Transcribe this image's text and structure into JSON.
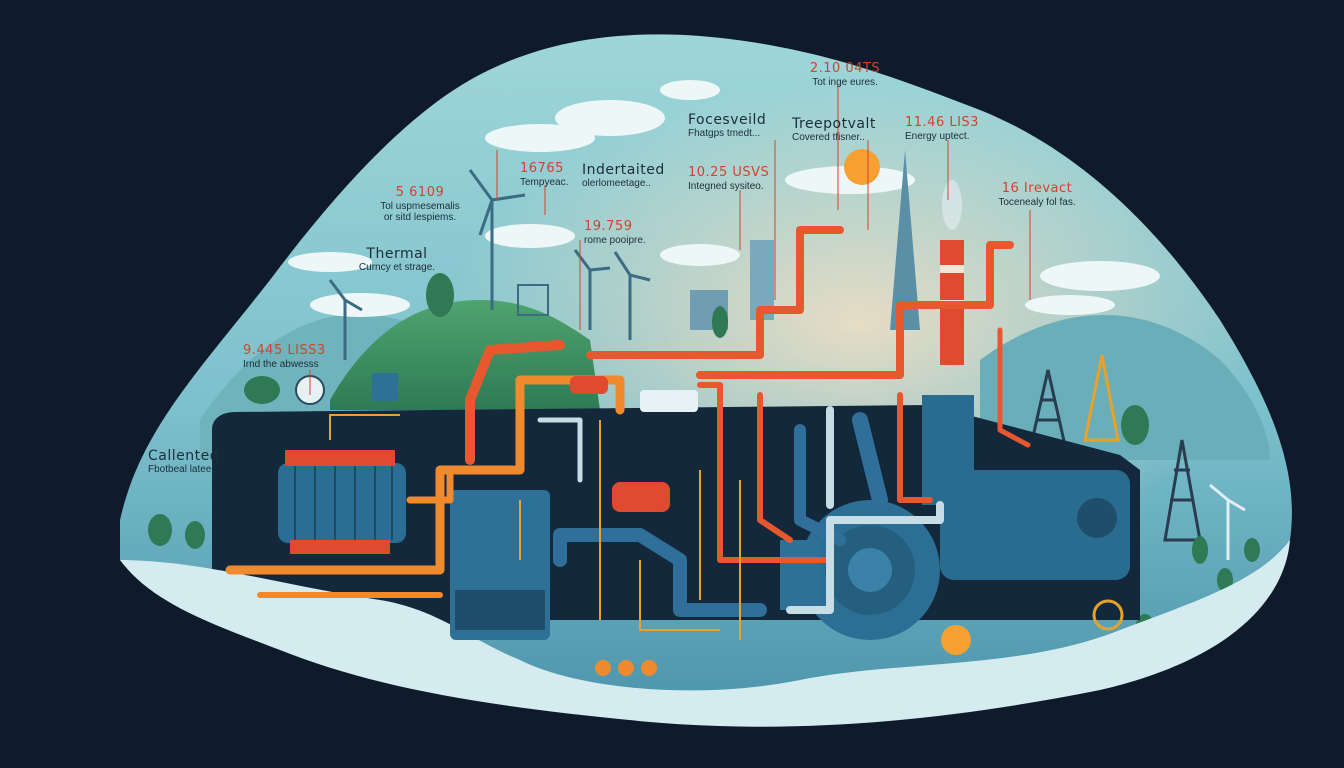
{
  "colors": {
    "background": "#0f1b2b",
    "sky": "#8fcbd3",
    "hot_pipe": "#e8582f",
    "warm_pipe": "#f08a2e",
    "cool_pipe": "#2f6f9a",
    "machinery": "#2a6c90",
    "label_value": "#d0442e",
    "label_text": "#1d2d3a"
  },
  "labels": [
    {
      "id": "l1",
      "value": "2.10 04TS",
      "caption": "Tot inge eures."
    },
    {
      "id": "l2",
      "value": "Focesveild",
      "caption": "Fhatgps tmedt..."
    },
    {
      "id": "l3",
      "value": "Treepotvalt",
      "caption": "Covered tfisner.."
    },
    {
      "id": "l4",
      "value": "11.46 LIS3",
      "caption": "Energy uptect."
    },
    {
      "id": "l5",
      "value": "16765",
      "caption": "Tempyeac."
    },
    {
      "id": "l6",
      "value": "Indertaited",
      "caption": "olerlomeetage.."
    },
    {
      "id": "l7",
      "value": "10.25 USVS",
      "caption": "Integned sysiteo."
    },
    {
      "id": "l8",
      "value": "16 Irevact",
      "caption": "Tocenealy fol fas."
    },
    {
      "id": "l9",
      "value": "5 6109",
      "caption": "Tol uspmesemalis\nor sitd lespiems."
    },
    {
      "id": "l10",
      "value": "19.759",
      "caption": "rome pooipre."
    },
    {
      "id": "l11",
      "value": "Thermal",
      "caption": "Curncy et strage."
    },
    {
      "id": "l12",
      "value": "9.445 LISS3",
      "caption": "Irnd the abwesss"
    },
    {
      "id": "l13",
      "value": "Callented",
      "caption": "Fbotbeal latee."
    }
  ]
}
